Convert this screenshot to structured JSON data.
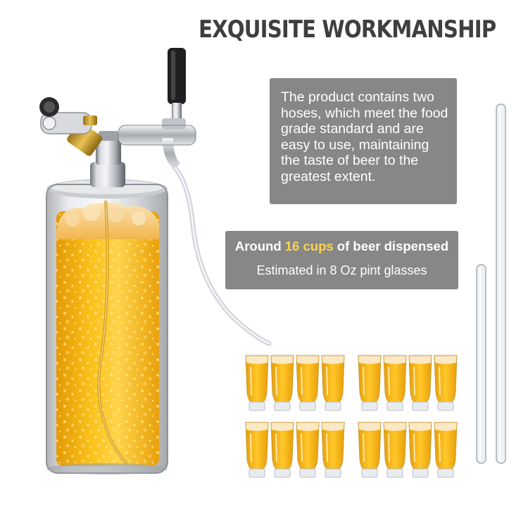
{
  "headline": "EXQUISITE WORKMANSHIP",
  "info_text": "The product contains two hoses, which meet the food grade standard and are easy to use, maintaining the taste of beer to the greatest extent.",
  "cups": {
    "prefix": "Around ",
    "count": "16 cups",
    "suffix": " of beer dispensed",
    "subtitle": "Estimated in 8 Oz pint glasses"
  },
  "glass_count": 16,
  "colors": {
    "label_background": "#878787",
    "headline": "#3f3f3f",
    "highlight": "#fcd34d",
    "beer": "#f6b50f"
  }
}
